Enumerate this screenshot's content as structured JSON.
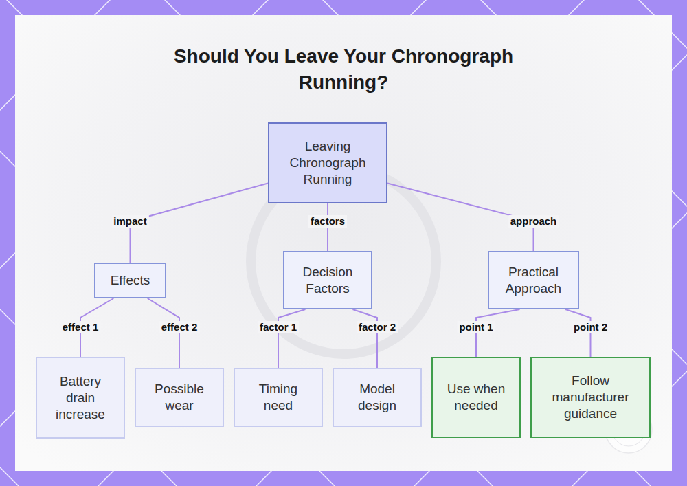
{
  "diagram": {
    "title": "Should You Leave Your Chronograph Running?",
    "nodes": [
      {
        "text": [
          "Leaving Chronograph Running"
        ]
      },
      {
        "text": [
          "Effects"
        ]
      },
      {
        "text": [
          "Decision Factors"
        ]
      },
      {
        "text": [
          "Practical Approach"
        ]
      },
      {
        "text": [
          "Battery drain increase"
        ]
      },
      {
        "text": [
          "Possible wear"
        ]
      },
      {
        "text": [
          "Timing need"
        ]
      },
      {
        "text": [
          "Model design"
        ]
      },
      {
        "text": [
          "Use when needed"
        ]
      },
      {
        "text": [
          "Follow manufacturer guidance"
        ]
      }
    ],
    "edges": [
      {
        "from": 0,
        "to": 1,
        "label": "impact",
        "arrow": "none"
      },
      {
        "from": 0,
        "to": 2,
        "label": "factors",
        "arrow": "none"
      },
      {
        "from": 0,
        "to": 3,
        "label": "approach",
        "arrow": "none"
      },
      {
        "from": 1,
        "to": 4,
        "label": "effect 1",
        "arrow": "none"
      },
      {
        "from": 1,
        "to": 5,
        "label": "effect 2",
        "arrow": "none"
      },
      {
        "from": 2,
        "to": 6,
        "label": "factor 1",
        "arrow": "none"
      },
      {
        "from": 2,
        "to": 7,
        "label": "factor 2",
        "arrow": "none"
      },
      {
        "from": 3,
        "to": 8,
        "label": "point 1",
        "arrow": "none"
      },
      {
        "from": 3,
        "to": 9,
        "label": "point 2",
        "arrow": "none"
      }
    ]
  }
}
